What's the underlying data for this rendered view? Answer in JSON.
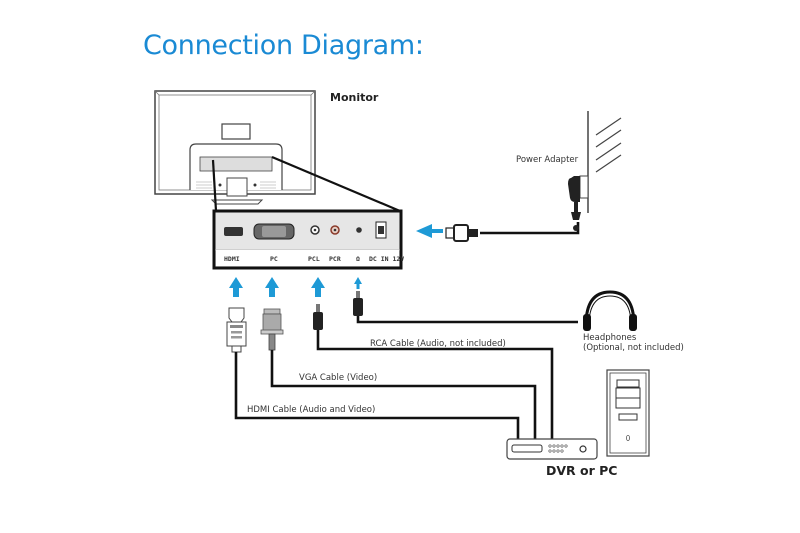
{
  "title": "Connection Diagram:",
  "colors": {
    "title": "#1a8ad4",
    "arrow": "#1e9ad6",
    "line": "#111111",
    "panel": "#e6e6e6"
  },
  "monitor": {
    "label": "Monitor",
    "ports": [
      "HDMI",
      "PC",
      "PCL",
      "PCR",
      "headphone-icon",
      "DC IN 12V"
    ],
    "port_labels": {
      "hdmi": "HDMI",
      "pc": "PC",
      "pcl": "PCL",
      "pcr": "PCR",
      "headphone": "Ω",
      "dc": "DC IN 12V"
    }
  },
  "power_adapter": {
    "label": "Power Adapter"
  },
  "headphones": {
    "label": "Headphones",
    "note": "(Optional, not included)"
  },
  "cables": {
    "rca": "RCA Cable (Audio, not included)",
    "vga": "VGA Cable (Video)",
    "hdmi": "HDMI Cable (Audio and Video)"
  },
  "source": {
    "label": "DVR or PC"
  }
}
